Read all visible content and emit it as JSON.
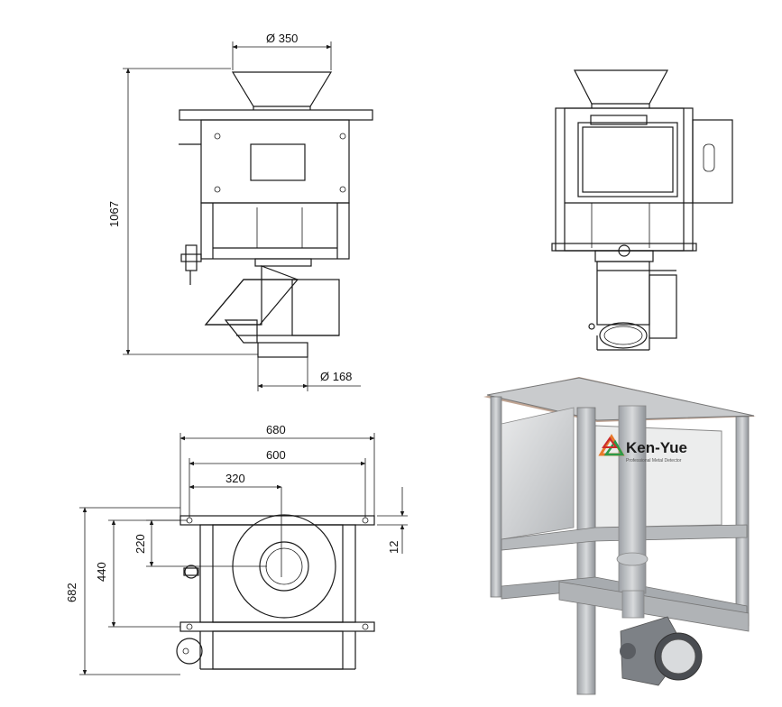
{
  "dimensions": {
    "hopper_diameter": "Ø 350",
    "outlet_diameter": "Ø 168",
    "total_height": "1067",
    "frame_width_outer": "680",
    "frame_width_inner": "600",
    "center_offset_x": "320",
    "center_offset_y": "220",
    "inner_depth": "440",
    "outer_depth": "682",
    "flange_thickness": "12"
  },
  "photo": {
    "brand_name": "Ken-Yue",
    "brand_tagline": "Professional Metal Detector"
  },
  "colors": {
    "line": "#1a1a1a",
    "steel": "#a9adb2",
    "logo_orange": "#e8792b",
    "logo_green": "#2a9a48",
    "logo_red": "#cc2b2b"
  }
}
